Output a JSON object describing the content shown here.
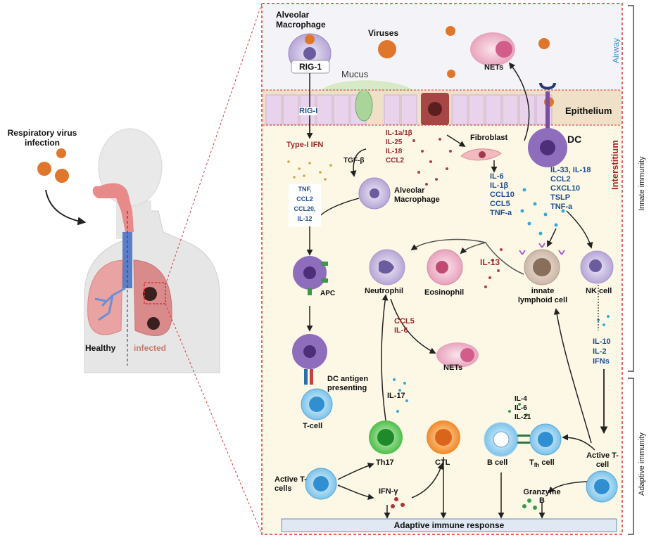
{
  "colors": {
    "panel_bg": "#fdf8e6",
    "airway_bg": "#f4f3f7",
    "border_red": "#d9333a",
    "cytokine_blue": "#1f4e8c",
    "cytokine_red": "#9b2a2a",
    "virus": "#e0762c",
    "apc_purple": "#7a4fa3",
    "tcell_blue": "#2f8fd0",
    "th17_green": "#3cb44b",
    "ctl_orange": "#f08a24"
  },
  "left": {
    "infection_label": "Respiratory virus infection",
    "healthy_label": "Healthy",
    "infected_label": "infected"
  },
  "right_bracket": {
    "innate": "Innate immunity",
    "adaptive": "Adaptive immunity"
  },
  "regions": {
    "airway": "Airway",
    "interstitium": "Interstitium",
    "epithelium": "Epithelium",
    "mucus": "Mucus"
  },
  "labels": {
    "alveolar_macrophage_top": "Alveolar Macrophage",
    "rig1_box": "RIG-1",
    "viruses": "Viruses",
    "nets_top": "NETs",
    "rig_i": "RIG-I",
    "type1_ifn": "Type-I IFN",
    "tgf_beta": "TGF-β",
    "epi_cytokines": [
      "IL-1a/1β",
      "IL-25",
      "IL-18",
      "CCL2"
    ],
    "fibroblast": "Fibroblast",
    "fib_cytokines": [
      "IL-6",
      "IL-1β",
      "CCL10",
      "CCL5",
      "TNF-a"
    ],
    "dc": "DC",
    "dc_cytokines": [
      "IL-33, IL-18",
      "CCL2",
      "CXCL10",
      "TSLP",
      "TNF-a"
    ],
    "am_cytokines": [
      "TNF,",
      "CCL2",
      "CCL20,",
      "IL-12"
    ],
    "alveolar_macrophage_mid": "Alveolar Macrophage",
    "apc": "APC",
    "neutrophil": "Neutrophil",
    "eosinophil": "Eosinophil",
    "il13": "IL-13",
    "ilc": "innate lymphoid cell",
    "nk_cell": "NK cell",
    "ccl5_il6": [
      "CCL5",
      "IL-6"
    ],
    "nets_mid": "NETs",
    "nk_cytokines": [
      "IL-10",
      "IL-2",
      "IFNs"
    ],
    "dc_antigen": "DC antigen presenting",
    "tcell": "T-cell",
    "il17": "IL-17",
    "th17": "Th17",
    "ctl": "CTL",
    "tfh_cytokines": [
      "IL-4",
      "IL-6",
      "IL-21"
    ],
    "b_cell": "B cell",
    "tfh_cell_main": "T",
    "tfh_cell_sub": "fh",
    "tfh_cell_suffix": " cell",
    "active_tcell_right": "Active T-cell",
    "active_tcells_left": "Active T-cells",
    "ifn_gamma": "IFN-γ",
    "granzyme": "Granzyme B",
    "adaptive_response": "Adaptive immune response"
  }
}
